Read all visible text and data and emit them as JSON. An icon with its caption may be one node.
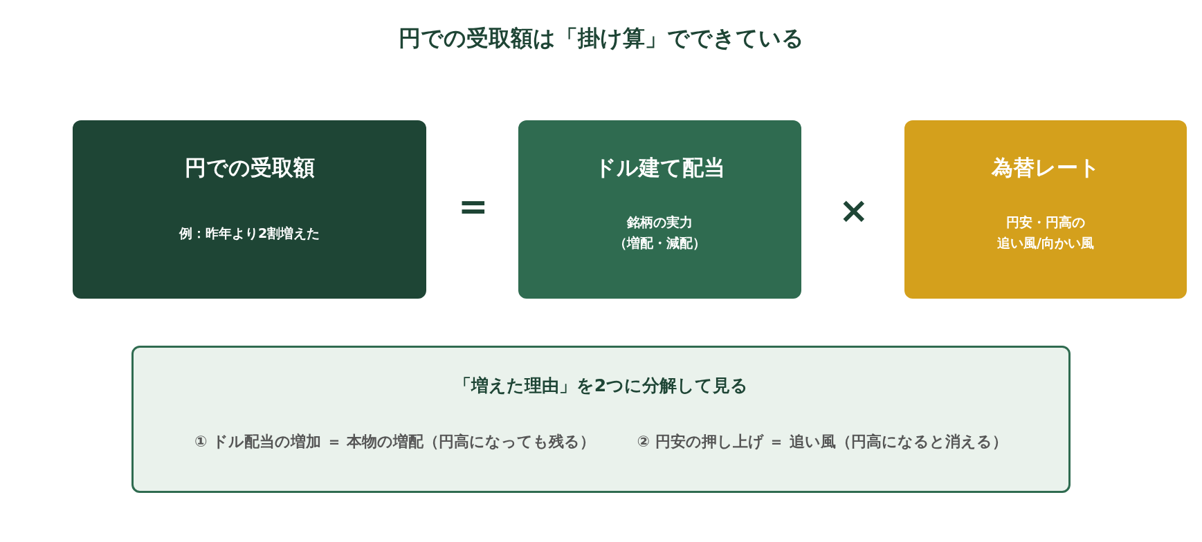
{
  "diagram": {
    "title": "円での受取額は「掛け算」でできている",
    "nodes": [
      {
        "text": [
          "円での受取額",
          "例：昨年より2割増えた"
        ]
      },
      {
        "text": [
          "ドル建て配当",
          "銘柄の実力",
          "（増配・減配）"
        ]
      },
      {
        "text": [
          "為替レート",
          "円安・円高の",
          "追い風/向かい風"
        ]
      },
      {
        "text": [
          "「増えた理由」を2つに分解して見る",
          "① ドル配当の増加 ＝ 本物の増配（円高になっても残る）",
          "② 円安の押し上げ ＝ 追い風（円高になると消える）"
        ]
      }
    ],
    "labels": [
      "=",
      "×"
    ]
  }
}
